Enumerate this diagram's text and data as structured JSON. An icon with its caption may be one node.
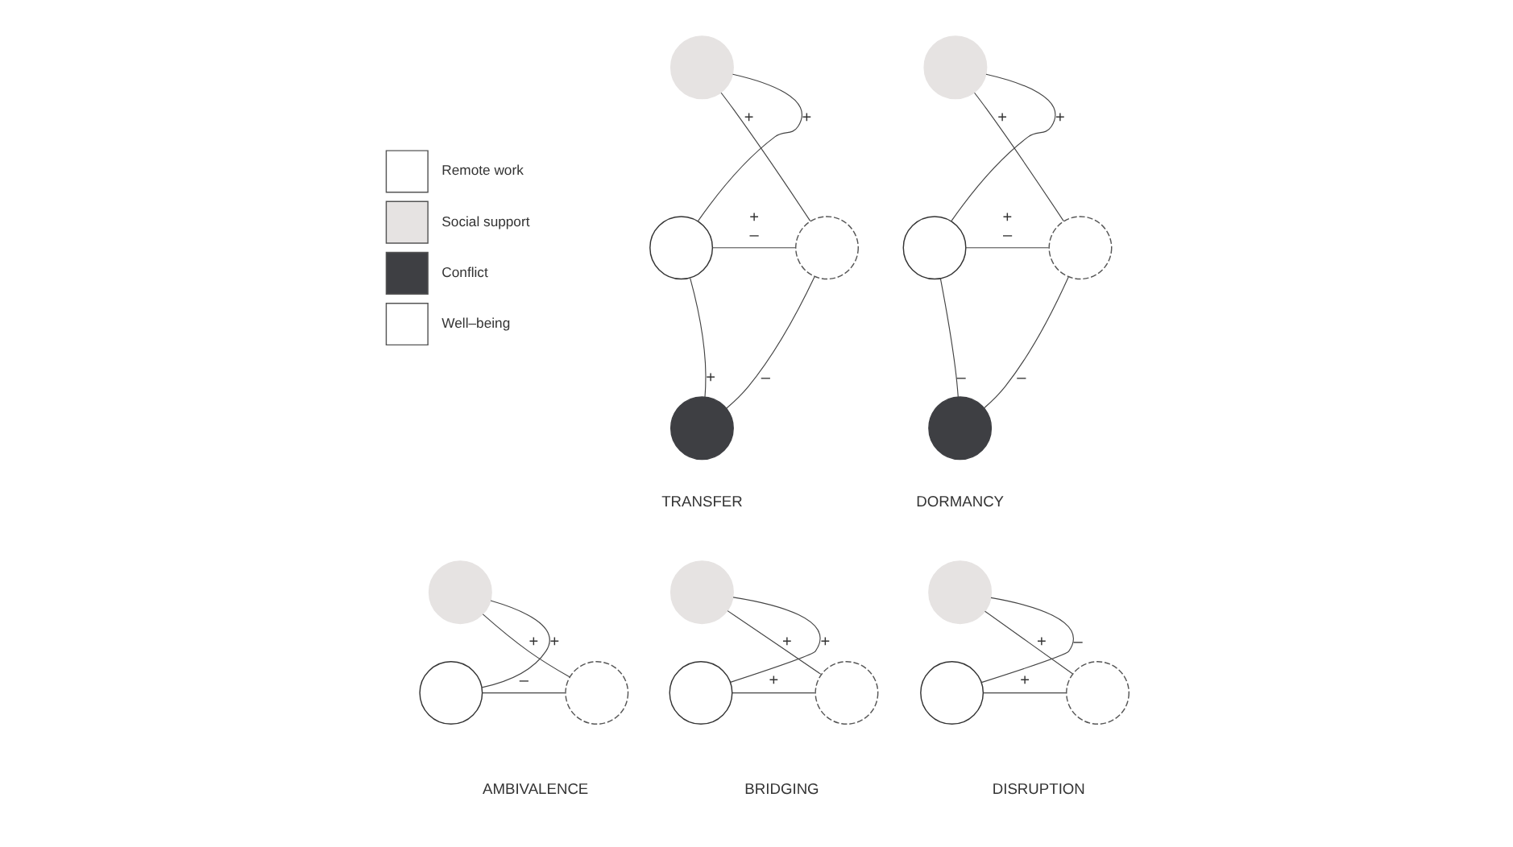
{
  "diagram": {
    "nodes": [
      {
        "text": [],
        "shape": "circle"
      },
      {
        "text": [],
        "shape": "circle"
      },
      {
        "text": [],
        "shape": "circle"
      },
      {
        "text": [],
        "shape": "circle"
      },
      {
        "text": [],
        "shape": "circle"
      },
      {
        "text": [],
        "shape": "circle"
      },
      {
        "text": [],
        "shape": "circle"
      },
      {
        "text": [],
        "shape": "circle"
      },
      {
        "text": [],
        "shape": "circle"
      },
      {
        "text": [],
        "shape": "circle"
      },
      {
        "text": [],
        "shape": "circle"
      },
      {
        "text": [],
        "shape": "circle"
      },
      {
        "text": [],
        "shape": "circle"
      },
      {
        "text": [],
        "shape": "circle"
      },
      {
        "text": [],
        "shape": "circle"
      },
      {
        "text": [],
        "shape": "circle"
      },
      {
        "text": [],
        "shape": "circle"
      }
    ],
    "edges": [
      {
        "from": 1,
        "to": 0,
        "arrow": "none",
        "label": "+"
      },
      {
        "from": 0,
        "to": 2,
        "arrow": "none",
        "label": "+"
      },
      {
        "from": 1,
        "to": 2,
        "arrow": "none",
        "label": "+ –"
      },
      {
        "from": 1,
        "to": 3,
        "arrow": "none",
        "label": "+"
      },
      {
        "from": 3,
        "to": 2,
        "arrow": "none",
        "label": "–"
      },
      {
        "from": 5,
        "to": 4,
        "arrow": "none",
        "label": "+"
      },
      {
        "from": 4,
        "to": 6,
        "arrow": "none",
        "label": "+"
      },
      {
        "from": 5,
        "to": 6,
        "arrow": "none",
        "label": "+ –"
      },
      {
        "from": 5,
        "to": 7,
        "arrow": "none",
        "label": "–"
      },
      {
        "from": 7,
        "to": 6,
        "arrow": "none",
        "label": "–"
      },
      {
        "from": 9,
        "to": 8,
        "arrow": "none",
        "label": "+"
      },
      {
        "from": 8,
        "to": 10,
        "arrow": "none",
        "label": "+"
      },
      {
        "from": 9,
        "to": 10,
        "arrow": "none",
        "label": "–"
      },
      {
        "from": 12,
        "to": 11,
        "arrow": "none",
        "label": "+"
      },
      {
        "from": 11,
        "to": 13,
        "arrow": "none",
        "label": "+"
      },
      {
        "from": 12,
        "to": 13,
        "arrow": "none",
        "label": "+"
      },
      {
        "from": 15,
        "to": 14,
        "arrow": "none",
        "label": "–"
      },
      {
        "from": 14,
        "to": 16,
        "arrow": "none",
        "label": "+"
      },
      {
        "from": 15,
        "to": 16,
        "arrow": "none",
        "label": "+"
      }
    ],
    "labels": [
      "TRANSFER",
      "DORMANCY",
      "AMBIVALENCE",
      "BRIDGING",
      "DISRUPTION"
    ],
    "legend": [
      {
        "text": "Remote work",
        "color": "#ffffff"
      },
      {
        "text": "Social support",
        "color": "#e6e3e2"
      },
      {
        "text": "Conflict",
        "color": "#3e3f43"
      },
      {
        "text": "Well–being",
        "color": "#ffffff"
      }
    ]
  }
}
